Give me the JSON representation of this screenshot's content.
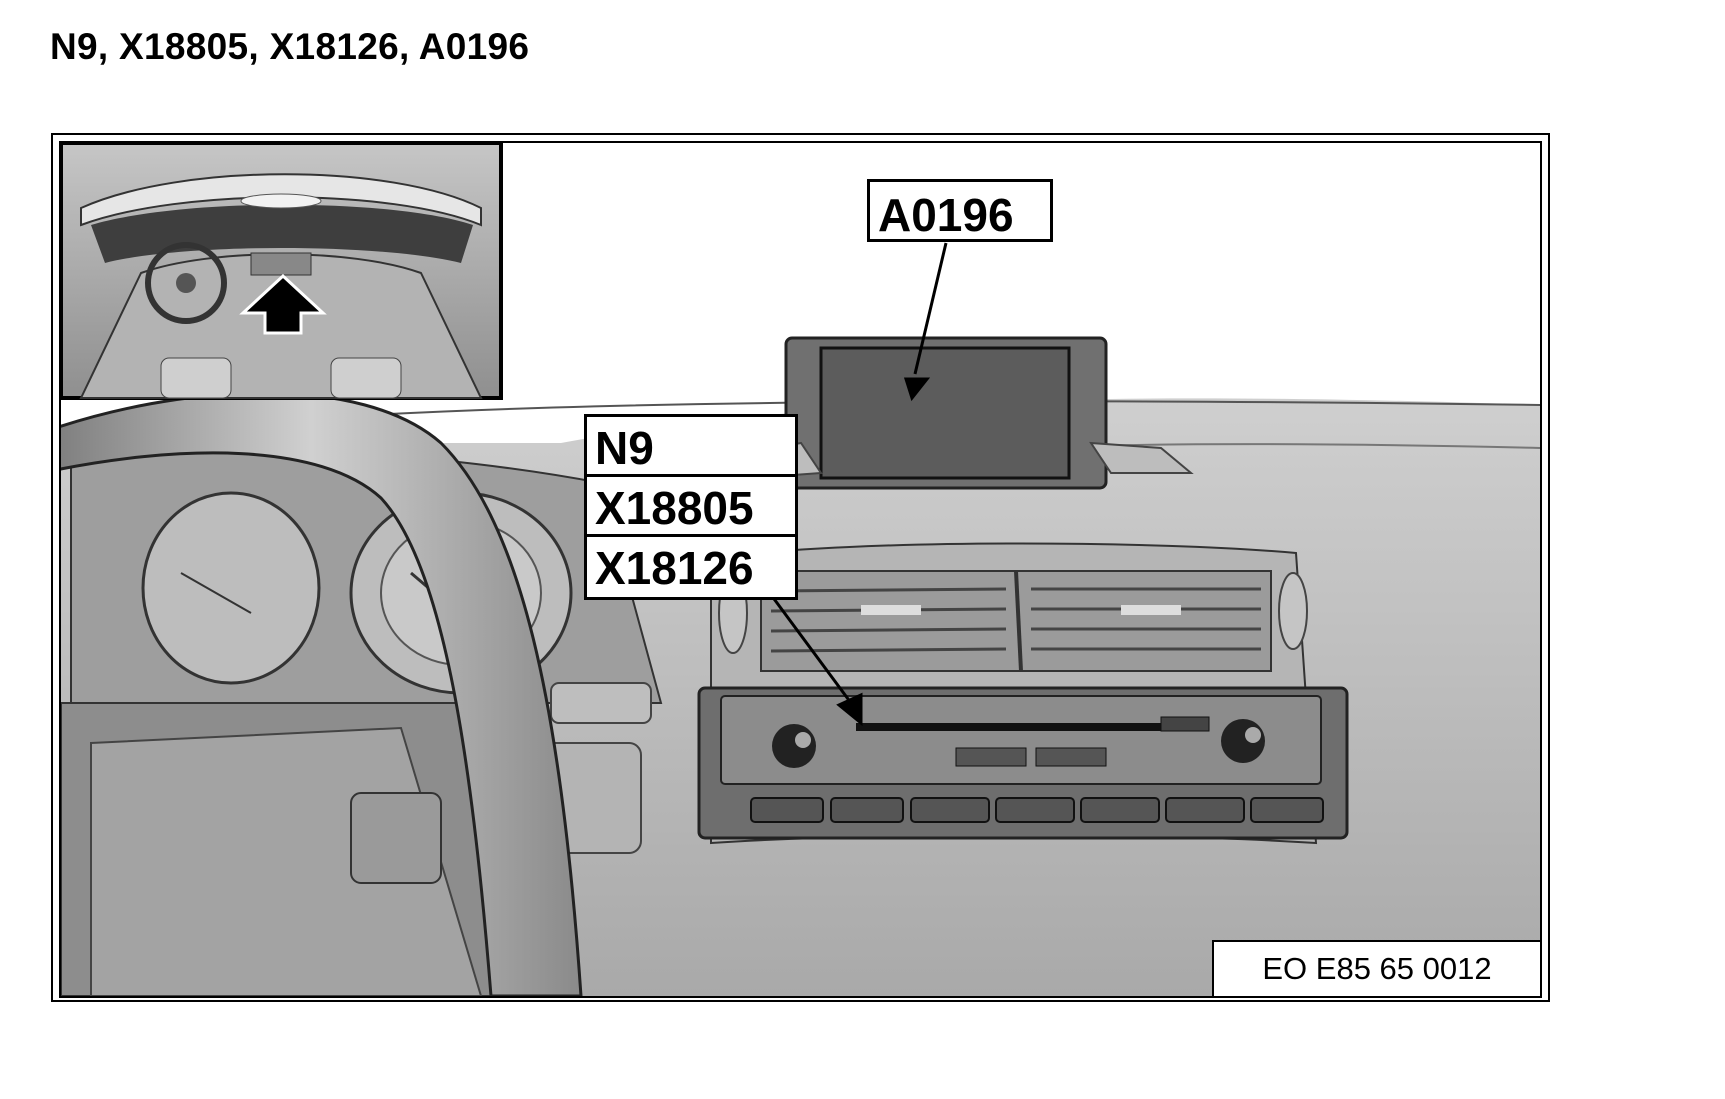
{
  "title": "N9, X18805, X18126, A0196",
  "labels": {
    "display": "A0196",
    "stack": [
      "N9",
      "X18805",
      "X18126"
    ]
  },
  "reference_code": "EO E85 65 0012",
  "icons": [
    "arrow-up-icon"
  ]
}
